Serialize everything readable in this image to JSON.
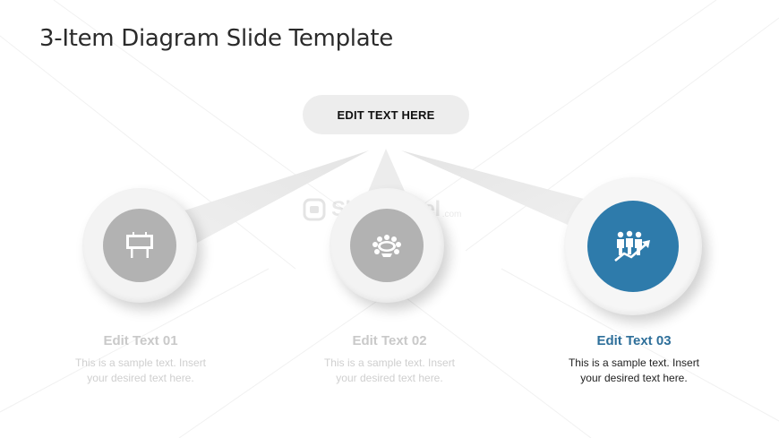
{
  "slide": {
    "title": "3-Item Diagram Slide Template"
  },
  "center": {
    "label": "EDIT TEXT HERE"
  },
  "watermark": {
    "brand": "SlideModel",
    "domain": ".com"
  },
  "items": [
    {
      "title": "Edit Text 01",
      "description_line1": "This is a sample text. Insert",
      "description_line2": "your desired text here.",
      "icon": "billboard-icon",
      "color": "#b2b2b2",
      "highlighted": false
    },
    {
      "title": "Edit Text 02",
      "description_line1": "This is a sample text. Insert",
      "description_line2": "your desired text here.",
      "icon": "meeting-table-icon",
      "color": "#b2b2b2",
      "highlighted": false
    },
    {
      "title": "Edit Text 03",
      "description_line1": "This is a sample text. Insert",
      "description_line2": "your desired text here.",
      "icon": "team-growth-icon",
      "color": "#2e7bab",
      "highlighted": true
    }
  ],
  "colors": {
    "accent": "#2e7bab",
    "accent_text": "#2e6f9a",
    "muted": "#b2b2b2",
    "pill": "#ededed",
    "beam": "#e8e8e8"
  }
}
